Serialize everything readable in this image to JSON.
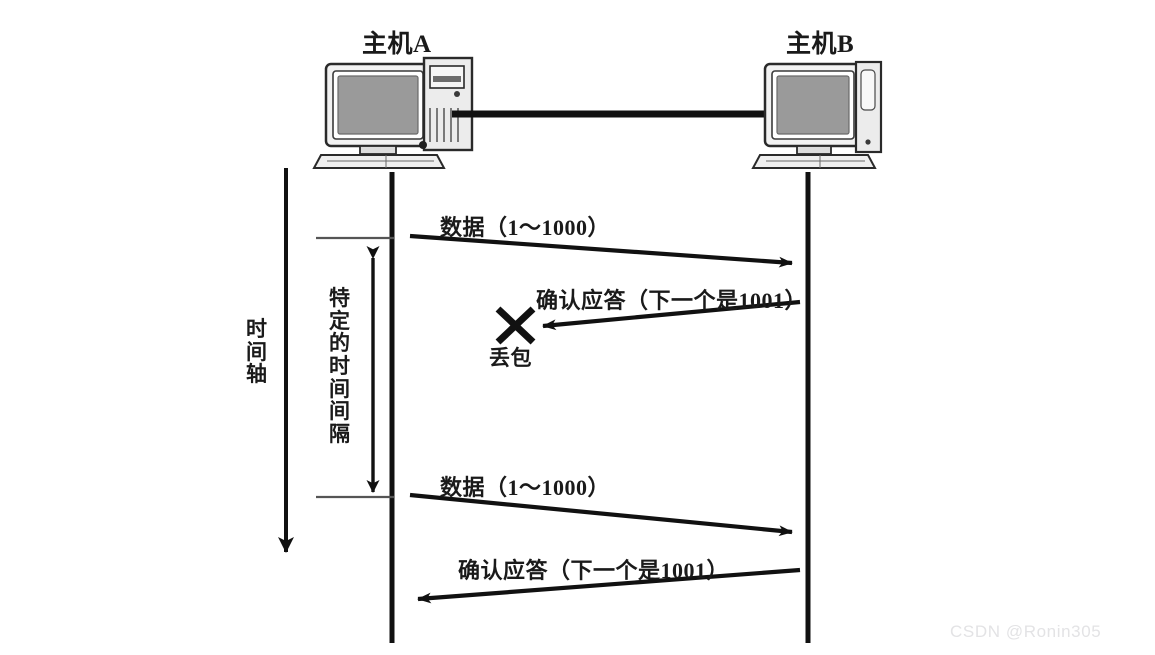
{
  "diagram": {
    "title_hosts": {
      "host_a": "主机A",
      "host_b": "主机B"
    },
    "axis": {
      "timeline_label": "时间轴",
      "interval_label": "特定的时间间隔"
    },
    "messages": [
      {
        "id": "data-1",
        "label": "数据（1～1000）",
        "direction": "a-to-b",
        "lost": false
      },
      {
        "id": "ack-1",
        "label": "确认应答（下一个是1001）",
        "direction": "b-to-a",
        "lost": true
      },
      {
        "id": "data-2",
        "label": "数据（1～1000）",
        "direction": "a-to-b",
        "lost": false
      },
      {
        "id": "ack-2",
        "label": "确认应答（下一个是1001）",
        "direction": "b-to-a",
        "lost": false
      }
    ],
    "loss_marker": {
      "glyph": "✕",
      "label": "丢包"
    },
    "colors": {
      "ink": "#1a1a1a",
      "line": "#111111",
      "screen_fill": "#9a9a9a",
      "case_fill": "#e8e8e8",
      "watermark": "#e3e3e5"
    }
  },
  "watermark": {
    "text": "CSDN @Ronin305"
  }
}
